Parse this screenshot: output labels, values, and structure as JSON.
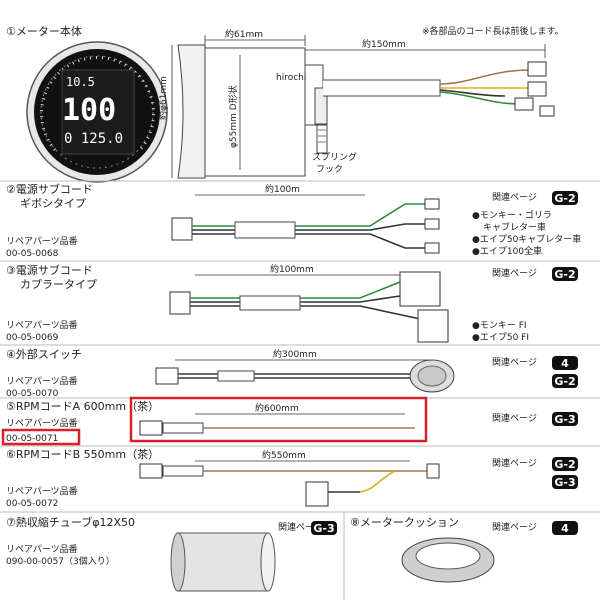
{
  "header": {
    "section1": "①メーター本体",
    "note": "※各部品のコード長は前後します。"
  },
  "meter": {
    "width_label": "約61mm",
    "height_label": "約φ61mm",
    "cable_label": "約150mm",
    "inner_label": "φ55mm D形状",
    "watermark": "hirochi",
    "spring_label_1": "スプリング",
    "spring_label_2": "フック",
    "display_top": "10.5",
    "display_main": "100",
    "display_odo": "0 125.0"
  },
  "parts": [
    {
      "title": "②電源サブコード",
      "subtitle": "ギボシタイプ",
      "length": "約100m",
      "related_label": "関連ページ",
      "badges": [
        "G-2"
      ],
      "repair_label": "リペアパーツ品番",
      "part_no": "00-05-0068",
      "notes": [
        "●モンキー・ゴリラ",
        "キャブレター車",
        "●エイプ50キャブレター車",
        "●エイプ100全車"
      ]
    },
    {
      "title": "③電源サブコード",
      "subtitle": "カプラータイプ",
      "length": "約100mm",
      "related_label": "関連ページ",
      "badges": [
        "G-2"
      ],
      "repair_label": "リペアパーツ品番",
      "part_no": "00-05-0069",
      "notes": [
        "●モンキー FI",
        "●エイプ50 FI"
      ]
    },
    {
      "title": "④外部スイッチ",
      "length": "約300mm",
      "related_label": "関連ページ",
      "badges": [
        "4",
        "G-2"
      ],
      "repair_label": "リペアパーツ品番",
      "part_no": "00-05-0070"
    },
    {
      "title": "⑤RPMコードA 600mm（茶）",
      "length": "約600mm",
      "related_label": "関連ページ",
      "badges": [
        "G-3"
      ],
      "repair_label": "リペアパーツ品番",
      "part_no": "00-05-0071"
    },
    {
      "title": "⑥RPMコードB 550mm（茶）",
      "length": "約550mm",
      "related_label": "関連ページ",
      "badges": [
        "G-2",
        "G-3"
      ],
      "repair_label": "リペアパーツ品番",
      "part_no": "00-05-0072"
    }
  ],
  "tube": {
    "title": "⑦熱収縮チューブφ12X50",
    "related_label": "関連ページ",
    "badge": "G-3",
    "repair_label": "リペアパーツ品番",
    "part_no": "090-00-0057（3個入り）"
  },
  "cushion": {
    "title": "⑧メータークッション",
    "related_label": "関連ページ",
    "badge": "4"
  },
  "colors": {
    "highlight": "#d8202a",
    "brown_wire": "#a0784a",
    "green_wire": "#2f8a3a",
    "yellow_wire": "#d8b020",
    "badge_bg": "#111111"
  }
}
